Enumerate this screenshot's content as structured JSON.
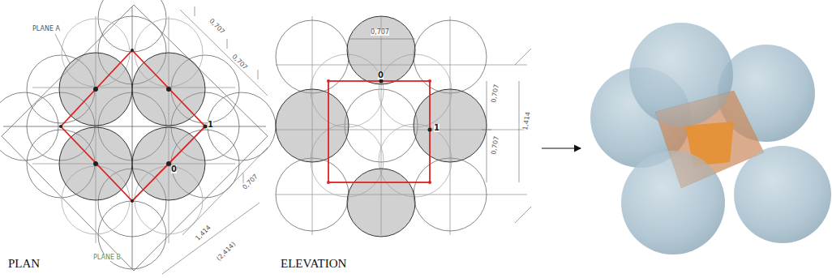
{
  "diagram": {
    "labels": [
      "PLANE A",
      "0,707",
      "0,707",
      "1",
      "0",
      "0,707",
      "1,414",
      "(2,414)",
      "PLANE B",
      "PLAN",
      "0,707",
      "0",
      "1",
      "0,707",
      "1,414",
      "0,707",
      "ELEVATION"
    ]
  }
}
